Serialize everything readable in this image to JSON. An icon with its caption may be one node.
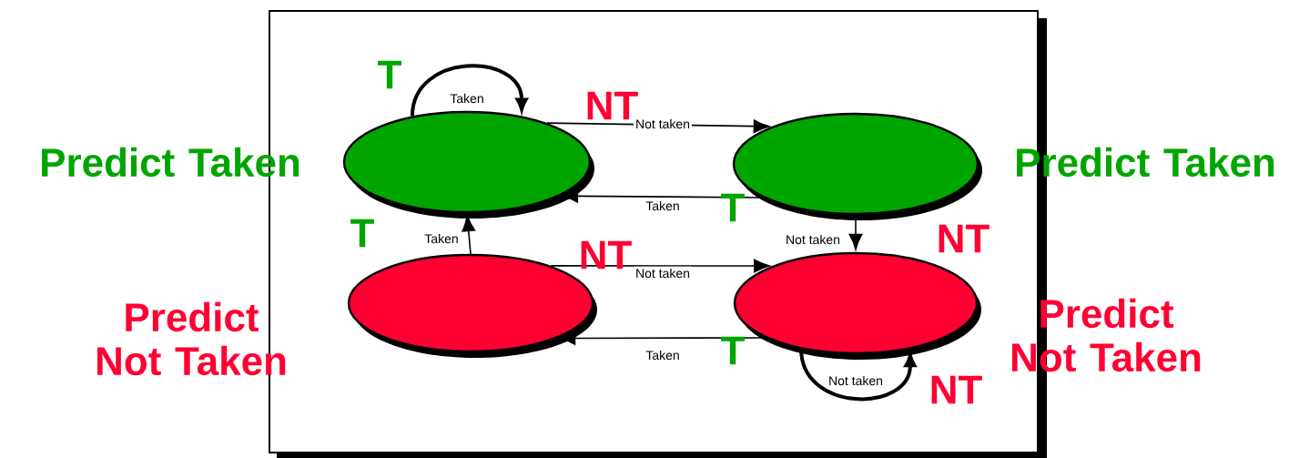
{
  "diagram": {
    "nodes": [
      {
        "text": [],
        "shape": "ellipse",
        "beside": [
          "Predict Taken"
        ]
      },
      {
        "text": [],
        "shape": "ellipse",
        "beside": [
          "Predict Taken"
        ]
      },
      {
        "text": [],
        "shape": "ellipse",
        "beside": [
          "Predict Not Taken"
        ]
      },
      {
        "text": [],
        "shape": "ellipse",
        "beside": [
          "Predict Not Taken"
        ]
      }
    ],
    "edges": [
      {
        "from": 0,
        "to": 0,
        "arrow": "to",
        "label": "Taken",
        "style": "thick"
      },
      {
        "from": 0,
        "to": 1,
        "arrow": "to",
        "label": "Not taken"
      },
      {
        "from": 1,
        "to": 0,
        "arrow": "to",
        "label": "Taken"
      },
      {
        "from": 1,
        "to": 3,
        "arrow": "to",
        "label": "Not taken"
      },
      {
        "from": 2,
        "to": 0,
        "arrow": "to",
        "label": "Taken"
      },
      {
        "from": 2,
        "to": 3,
        "arrow": "to",
        "label": "Not taken"
      },
      {
        "from": 3,
        "to": 2,
        "arrow": "to",
        "label": "Taken"
      },
      {
        "from": 3,
        "to": 3,
        "arrow": "to",
        "label": "Not taken",
        "style": "thick"
      }
    ],
    "labels": [
      "T",
      "NT",
      "T",
      "T",
      "NT",
      "NT",
      "T",
      "NT"
    ]
  }
}
